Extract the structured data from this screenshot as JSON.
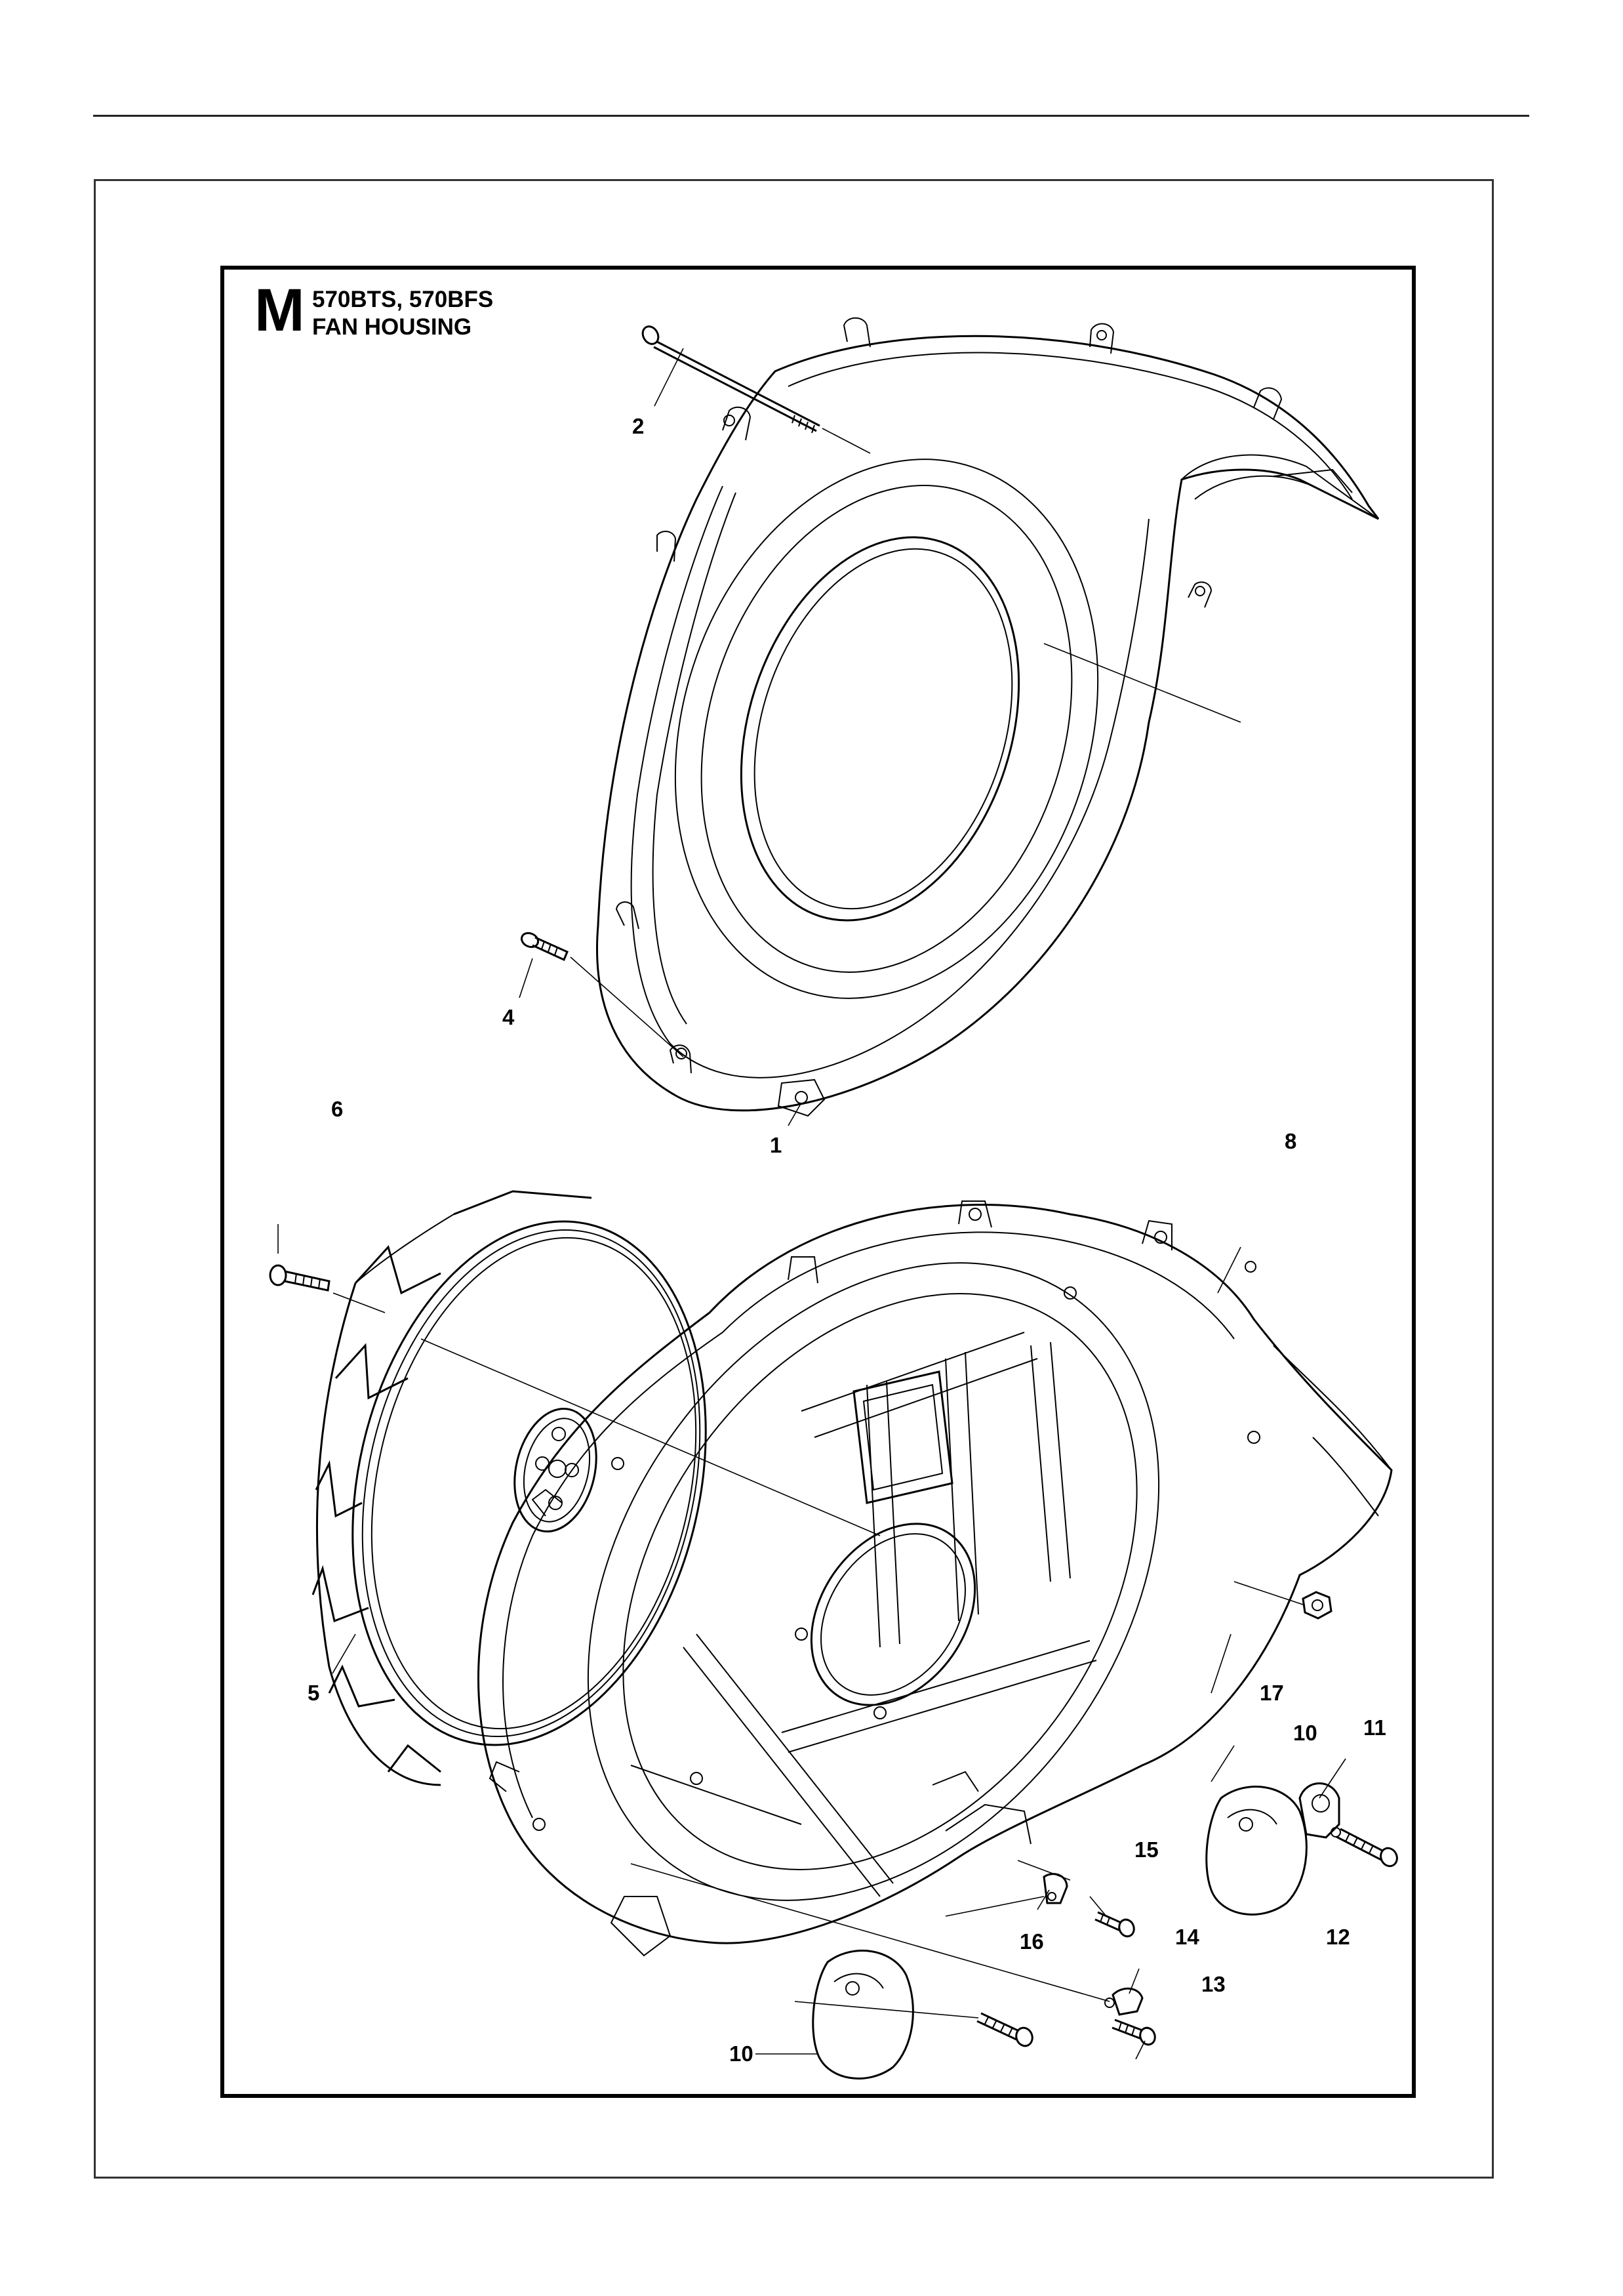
{
  "diagram": {
    "section_letter": "M",
    "title_models": "570BTS, 570BFS",
    "title_name": "FAN HOUSING",
    "callouts": [
      {
        "id": "c1",
        "label": "1"
      },
      {
        "id": "c2",
        "label": "2"
      },
      {
        "id": "c4",
        "label": "4"
      },
      {
        "id": "c5",
        "label": "5"
      },
      {
        "id": "c6",
        "label": "6"
      },
      {
        "id": "c8",
        "label": "8"
      },
      {
        "id": "c10a",
        "label": "10"
      },
      {
        "id": "c10b",
        "label": "10"
      },
      {
        "id": "c11",
        "label": "11"
      },
      {
        "id": "c12",
        "label": "12"
      },
      {
        "id": "c13",
        "label": "13"
      },
      {
        "id": "c14",
        "label": "14"
      },
      {
        "id": "c15",
        "label": "15"
      },
      {
        "id": "c16",
        "label": "16"
      },
      {
        "id": "c17",
        "label": "17"
      }
    ]
  }
}
